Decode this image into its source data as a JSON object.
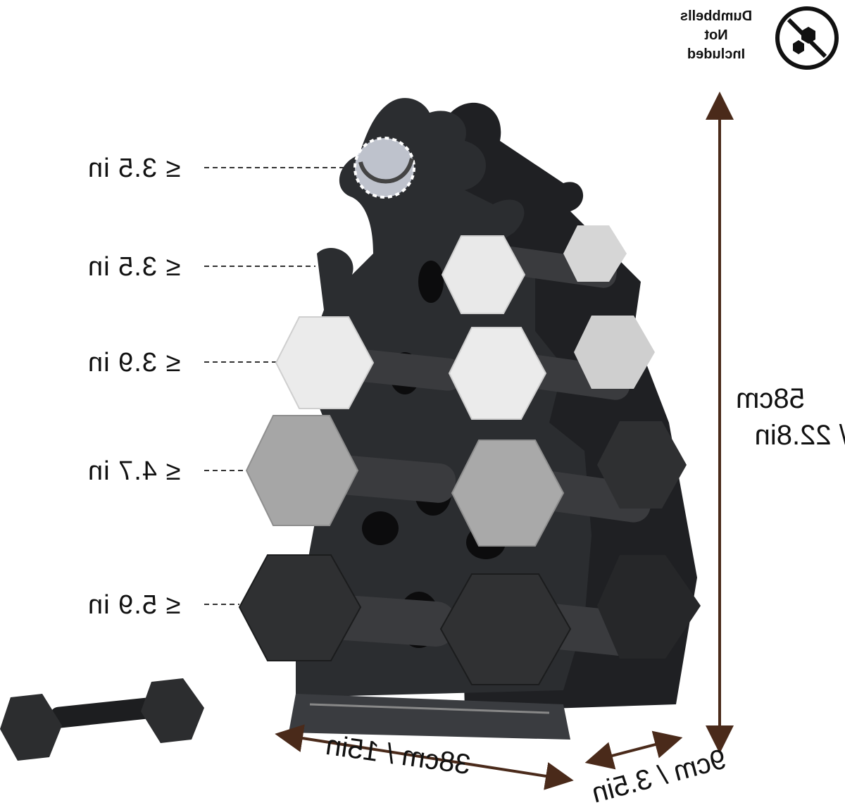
{
  "notice": {
    "lines": [
      "Dumbbells",
      "Not",
      "Included"
    ],
    "icon": "no-dumbbell-icon"
  },
  "slot_labels": [
    "≤ 3.5 in",
    "≤ 3.5 in",
    "≤ 3.9 in",
    "≤ 4.7 in",
    "≤ 5.9 in"
  ],
  "dimensions": {
    "height_cm": "58cm",
    "height_in": "/ 22.8in",
    "width": "38cm / 15in",
    "depth": "9cm / 3.5in"
  },
  "colors": {
    "rack": "#2b2d30",
    "arrow": "#4a2a1a",
    "dumbbell_white": "#e9e9e9",
    "dumbbell_gray": "#a6a6a6",
    "dumbbell_black": "#2f3032"
  }
}
